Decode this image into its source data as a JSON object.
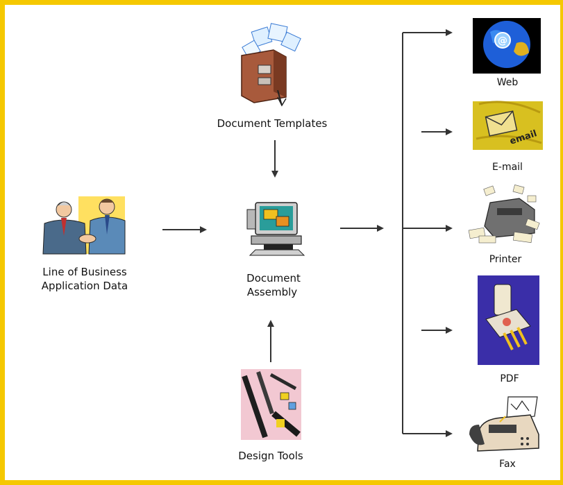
{
  "nodes": {
    "templates": {
      "label": "Document Templates",
      "icon": "file-cabinet-icon"
    },
    "assembly": {
      "label_line1": "Document",
      "label_line2": "Assembly",
      "icon": "computer-icon"
    },
    "design": {
      "label": "Design Tools",
      "icon": "pens-icon"
    },
    "business": {
      "label_line1": "Line of Business",
      "label_line2": "Application Data",
      "icon": "handshake-icon"
    }
  },
  "outputs": [
    {
      "label": "Web",
      "icon": "globe-icon"
    },
    {
      "label": "E-mail",
      "icon": "envelope-icon"
    },
    {
      "label": "Printer",
      "icon": "printer-icon"
    },
    {
      "label": "PDF",
      "icon": "pdf-icon"
    },
    {
      "label": "Fax",
      "icon": "fax-icon"
    }
  ],
  "colors": {
    "border": "#f5c800",
    "arrow": "#333333"
  }
}
